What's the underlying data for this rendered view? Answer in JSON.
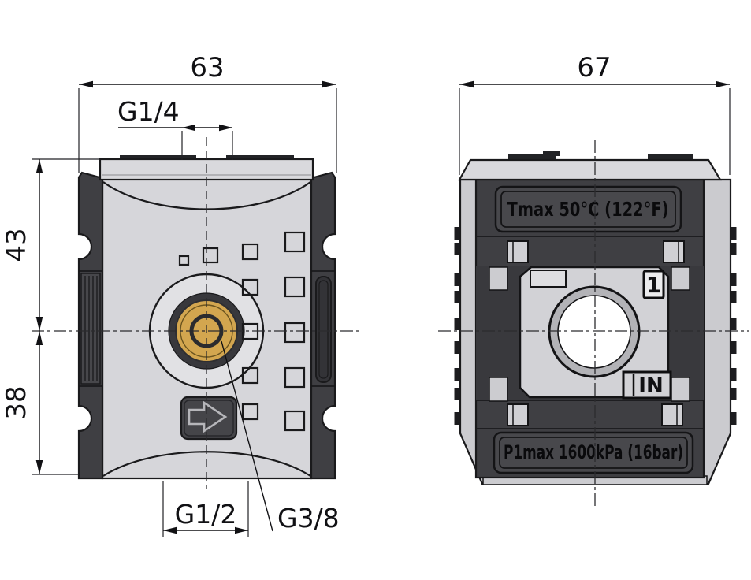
{
  "front_view": {
    "overall_width": "63",
    "top_port": "G1/4",
    "upper_height": "43",
    "lower_height": "38",
    "bottom_port": "G1/2",
    "gauge_port": "G3/8"
  },
  "side_view": {
    "overall_width": "67",
    "temperature_rating": "Tmax 50°C (122°F)",
    "pressure_rating": "P1max 1600kPa (16bar)",
    "port_number": "1",
    "inlet_marking": "IN"
  },
  "icons": {
    "flow_direction": "arrow-right"
  },
  "colors": {
    "body_gray": "#d6d6da",
    "panel_gray": "#cbcbcf",
    "dark_charcoal": "#3f3f43",
    "brass": "#d3a64f",
    "line": "#1a1a1c"
  }
}
